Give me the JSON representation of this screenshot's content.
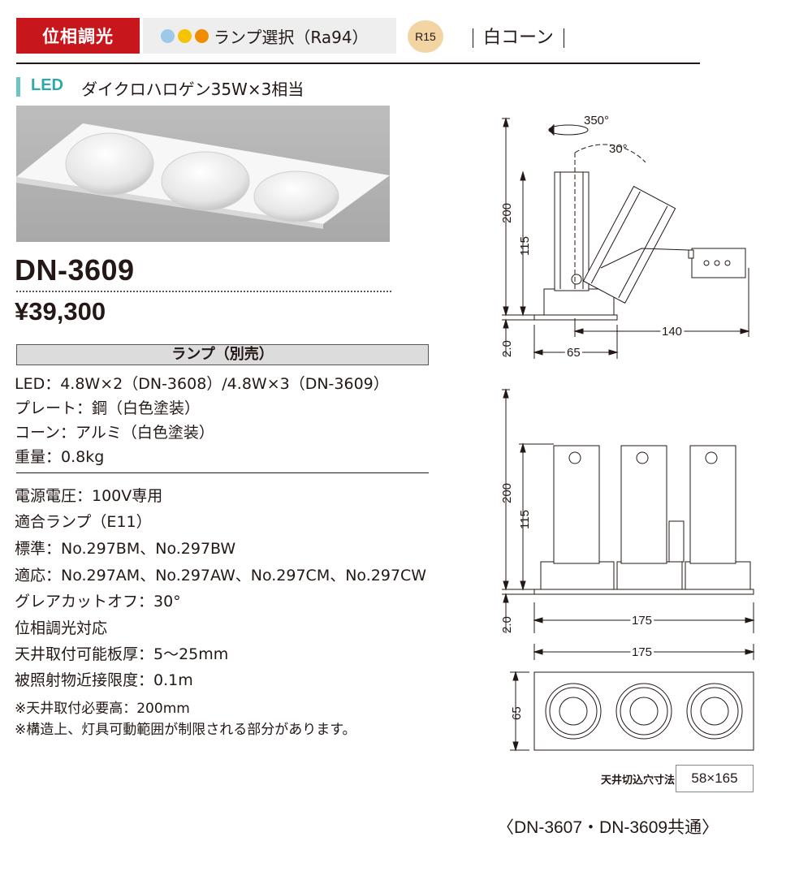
{
  "header": {
    "dimming_tag": "位相調光",
    "lamp_select": "ランプ選択（Ra94）",
    "lamp_dots": [
      "#9dc8e8",
      "#f5c400",
      "#f08c00"
    ],
    "r15": "R15",
    "cone": "白コーン"
  },
  "led_line": {
    "label": "LED",
    "desc": "ダイクロハロゲン35W×3相当",
    "accent": "#6fc3c5"
  },
  "product": {
    "model": "DN-3609",
    "price": "¥39,300",
    "lamp_header": "ランプ（別売）",
    "spec_lines": [
      "LED：4.8W×2（DN-3608）/4.8W×3（DN-3609）",
      "プレート：鋼（白色塗装）",
      "コーン：アルミ（白色塗装）",
      "重量：0.8kg"
    ],
    "spec_lines2": [
      "電源電圧：100V専用",
      "適合ランプ（E11）",
      "標準：No.297BM、No.297BW",
      "適応：No.297AM、No.297AW、No.297CM、No.297CW",
      "グレアカットオフ：30°",
      "位相調光対応",
      "天井取付可能板厚：5〜25mm",
      "被照射物近接限度：0.1m"
    ],
    "notes": [
      "※天井取付必要高：200mm",
      "※構造上、灯具可動範囲が制限される部分があります。"
    ]
  },
  "drawing": {
    "side": {
      "rotation": "350°",
      "tilt": "30°",
      "h200": "200",
      "h115": "115",
      "h2": "2.0",
      "w65": "65",
      "w140": "140"
    },
    "front": {
      "h200": "200",
      "h115": "115",
      "h2": "2.0",
      "w175": "175"
    },
    "top": {
      "w175": "175",
      "h65": "65"
    },
    "cut_label": "天井切込穴寸法",
    "cut_value": "58×165",
    "common_note": "〈DN-3607・DN-3609共通〉"
  }
}
